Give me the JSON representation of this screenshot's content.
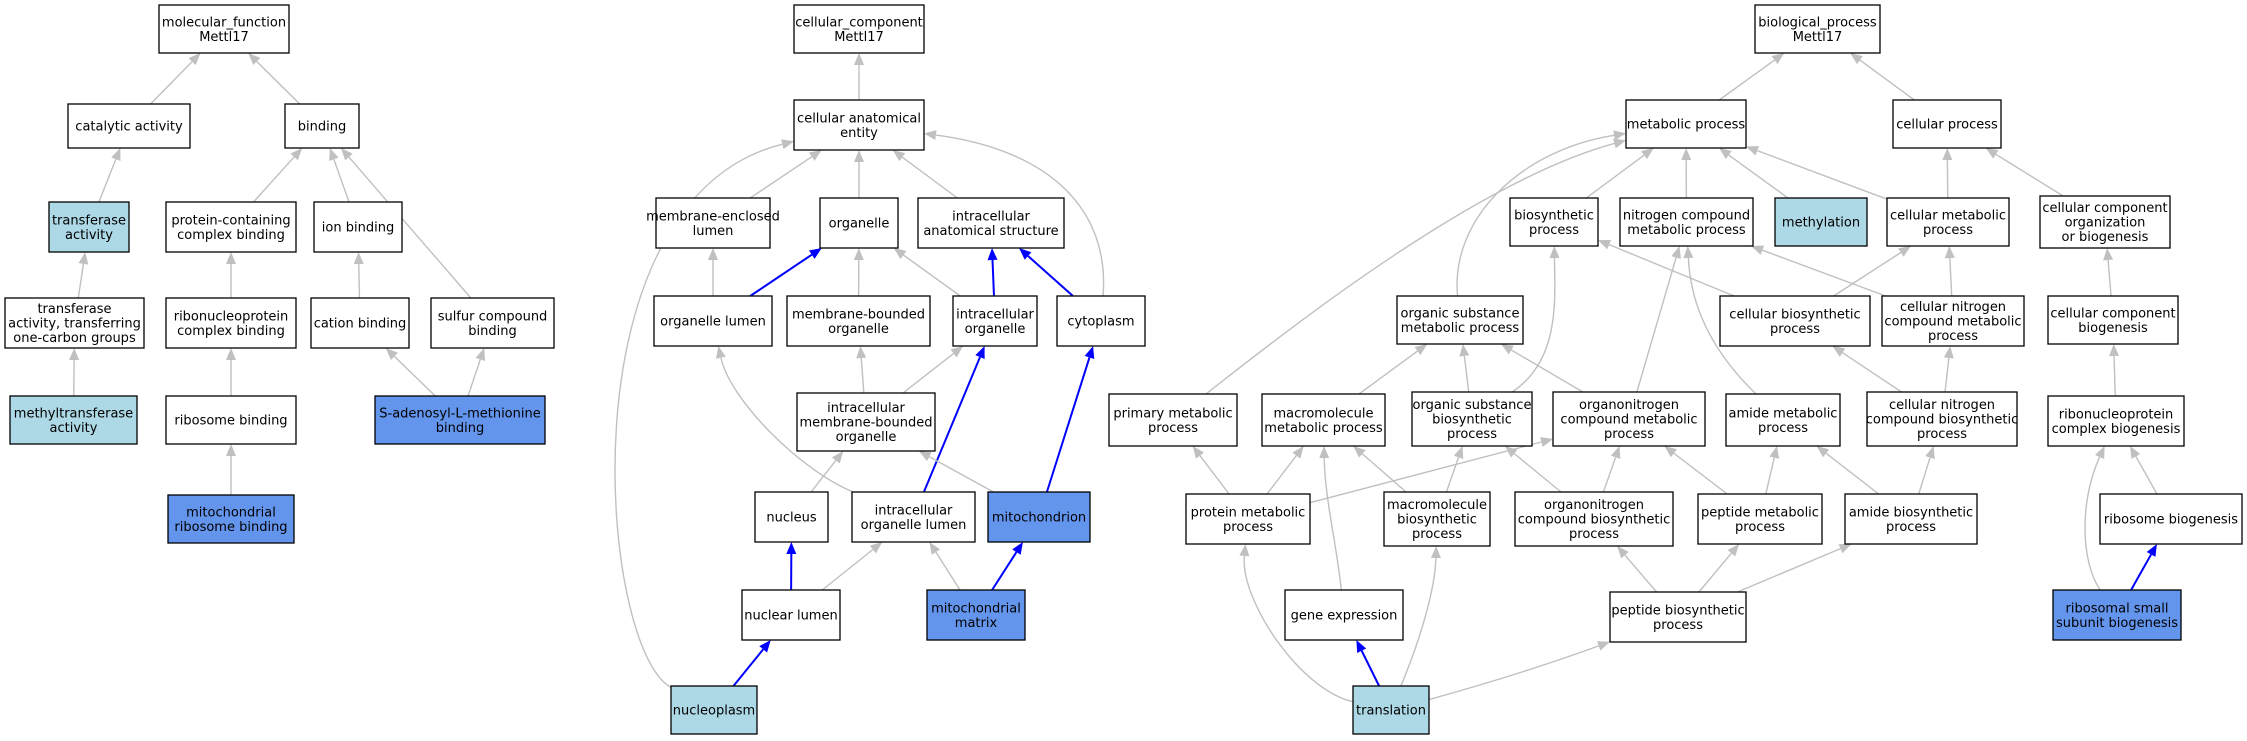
{
  "colors": {
    "plain": "#ffffff",
    "light": "#add8e6",
    "strong": "#6495ed",
    "edge_gray": "#c0c0c0",
    "edge_blue": "#0000ff"
  },
  "nodes": {
    "mf_root": {
      "lines": [
        "molecular_function",
        "Mettl17"
      ],
      "fill": "plain"
    },
    "mf_catalytic": {
      "lines": [
        "catalytic activity"
      ],
      "fill": "plain"
    },
    "mf_binding": {
      "lines": [
        "binding"
      ],
      "fill": "plain"
    },
    "mf_transferase": {
      "lines": [
        "transferase",
        "activity"
      ],
      "fill": "light"
    },
    "mf_protein_complex_binding": {
      "lines": [
        "protein-containing",
        "complex binding"
      ],
      "fill": "plain"
    },
    "mf_ion_binding": {
      "lines": [
        "ion binding"
      ],
      "fill": "plain"
    },
    "mf_transferase_1c": {
      "lines": [
        "transferase",
        "activity, transferring",
        "one-carbon groups"
      ],
      "fill": "plain"
    },
    "mf_rnp_complex_binding": {
      "lines": [
        "ribonucleoprotein",
        "complex binding"
      ],
      "fill": "plain"
    },
    "mf_cation_binding": {
      "lines": [
        "cation binding"
      ],
      "fill": "plain"
    },
    "mf_sulfur_binding": {
      "lines": [
        "sulfur compound",
        "binding"
      ],
      "fill": "plain"
    },
    "mf_methyltransferase": {
      "lines": [
        "methyltransferase",
        "activity"
      ],
      "fill": "light"
    },
    "mf_ribosome_binding": {
      "lines": [
        "ribosome binding"
      ],
      "fill": "plain"
    },
    "mf_sam_binding": {
      "lines": [
        "S-adenosyl-L-methionine",
        "binding"
      ],
      "fill": "strong"
    },
    "mf_mito_ribosome_binding": {
      "lines": [
        "mitochondrial",
        "ribosome binding"
      ],
      "fill": "strong"
    },
    "cc_root": {
      "lines": [
        "cellular_component",
        "Mettl17"
      ],
      "fill": "plain"
    },
    "cc_anatomical_entity": {
      "lines": [
        "cellular anatomical",
        "entity"
      ],
      "fill": "plain"
    },
    "cc_membrane_enclosed_lumen": {
      "lines": [
        "membrane-enclosed",
        "lumen"
      ],
      "fill": "plain"
    },
    "cc_organelle": {
      "lines": [
        "organelle"
      ],
      "fill": "plain"
    },
    "cc_intracellular_structure": {
      "lines": [
        "intracellular",
        "anatomical structure"
      ],
      "fill": "plain"
    },
    "cc_organelle_lumen": {
      "lines": [
        "organelle lumen"
      ],
      "fill": "plain"
    },
    "cc_membrane_bounded_organelle": {
      "lines": [
        "membrane-bounded",
        "organelle"
      ],
      "fill": "plain"
    },
    "cc_intracellular_organelle": {
      "lines": [
        "intracellular",
        "organelle"
      ],
      "fill": "plain"
    },
    "cc_cytoplasm": {
      "lines": [
        "cytoplasm"
      ],
      "fill": "plain"
    },
    "cc_intra_membrane_bounded_organelle": {
      "lines": [
        "intracellular",
        "membrane-bounded",
        "organelle"
      ],
      "fill": "plain"
    },
    "cc_nucleus": {
      "lines": [
        "nucleus"
      ],
      "fill": "plain"
    },
    "cc_intra_organelle_lumen": {
      "lines": [
        "intracellular",
        "organelle lumen"
      ],
      "fill": "plain"
    },
    "cc_mitochondrion": {
      "lines": [
        "mitochondrion"
      ],
      "fill": "strong"
    },
    "cc_nuclear_lumen": {
      "lines": [
        "nuclear lumen"
      ],
      "fill": "plain"
    },
    "cc_mito_matrix": {
      "lines": [
        "mitochondrial",
        "matrix"
      ],
      "fill": "strong"
    },
    "cc_nucleoplasm": {
      "lines": [
        "nucleoplasm"
      ],
      "fill": "light"
    },
    "bp_root": {
      "lines": [
        "biological_process",
        "Mettl17"
      ],
      "fill": "plain"
    },
    "bp_metabolic": {
      "lines": [
        "metabolic process"
      ],
      "fill": "plain"
    },
    "bp_cellular": {
      "lines": [
        "cellular process"
      ],
      "fill": "plain"
    },
    "bp_biosynthetic": {
      "lines": [
        "biosynthetic",
        "process"
      ],
      "fill": "plain"
    },
    "bp_nitrogen_compound_metabolic": {
      "lines": [
        "nitrogen compound",
        "metabolic process"
      ],
      "fill": "plain"
    },
    "bp_methylation": {
      "lines": [
        "methylation"
      ],
      "fill": "light"
    },
    "bp_cellular_metabolic": {
      "lines": [
        "cellular metabolic",
        "process"
      ],
      "fill": "plain"
    },
    "bp_cc_org_biogenesis": {
      "lines": [
        "cellular component",
        "organization",
        "or biogenesis"
      ],
      "fill": "plain"
    },
    "bp_organic_substance_metabolic": {
      "lines": [
        "organic substance",
        "metabolic process"
      ],
      "fill": "plain"
    },
    "bp_cellular_biosynthetic": {
      "lines": [
        "cellular biosynthetic",
        "process"
      ],
      "fill": "plain"
    },
    "bp_cellular_nitrogen_metabolic": {
      "lines": [
        "cellular nitrogen",
        "compound metabolic",
        "process"
      ],
      "fill": "plain"
    },
    "bp_cc_biogenesis": {
      "lines": [
        "cellular component",
        "biogenesis"
      ],
      "fill": "plain"
    },
    "bp_primary_metabolic": {
      "lines": [
        "primary metabolic",
        "process"
      ],
      "fill": "plain"
    },
    "bp_macromolecule_metabolic": {
      "lines": [
        "macromolecule",
        "metabolic process"
      ],
      "fill": "plain"
    },
    "bp_organic_substance_biosynthetic": {
      "lines": [
        "organic substance",
        "biosynthetic",
        "process"
      ],
      "fill": "plain"
    },
    "bp_organonitrogen_metabolic": {
      "lines": [
        "organonitrogen",
        "compound metabolic",
        "process"
      ],
      "fill": "plain"
    },
    "bp_amide_metabolic": {
      "lines": [
        "amide metabolic",
        "process"
      ],
      "fill": "plain"
    },
    "bp_cellular_nitrogen_biosynthetic": {
      "lines": [
        "cellular nitrogen",
        "compound biosynthetic",
        "process"
      ],
      "fill": "plain"
    },
    "bp_rnp_complex_biogenesis": {
      "lines": [
        "ribonucleoprotein",
        "complex biogenesis"
      ],
      "fill": "plain"
    },
    "bp_protein_metabolic": {
      "lines": [
        "protein metabolic",
        "process"
      ],
      "fill": "plain"
    },
    "bp_macromolecule_biosynthetic": {
      "lines": [
        "macromolecule",
        "biosynthetic",
        "process"
      ],
      "fill": "plain"
    },
    "bp_organonitrogen_biosynthetic": {
      "lines": [
        "organonitrogen",
        "compound biosynthetic",
        "process"
      ],
      "fill": "plain"
    },
    "bp_peptide_metabolic": {
      "lines": [
        "peptide metabolic",
        "process"
      ],
      "fill": "plain"
    },
    "bp_amide_biosynthetic": {
      "lines": [
        "amide biosynthetic",
        "process"
      ],
      "fill": "plain"
    },
    "bp_ribosome_biogenesis": {
      "lines": [
        "ribosome biogenesis"
      ],
      "fill": "plain"
    },
    "bp_gene_expression": {
      "lines": [
        "gene expression"
      ],
      "fill": "plain"
    },
    "bp_peptide_biosynthetic": {
      "lines": [
        "peptide biosynthetic",
        "process"
      ],
      "fill": "plain"
    },
    "bp_ribosomal_ssu_biogenesis": {
      "lines": [
        "ribosomal small",
        "subunit biogenesis"
      ],
      "fill": "strong"
    },
    "bp_translation": {
      "lines": [
        "translation"
      ],
      "fill": "light"
    }
  },
  "edges": [
    [
      "mf_catalytic",
      "mf_root",
      "gray"
    ],
    [
      "mf_binding",
      "mf_root",
      "gray"
    ],
    [
      "mf_transferase",
      "mf_catalytic",
      "gray"
    ],
    [
      "mf_protein_complex_binding",
      "mf_binding",
      "gray"
    ],
    [
      "mf_ion_binding",
      "mf_binding",
      "gray"
    ],
    [
      "mf_sulfur_binding",
      "mf_binding",
      "gray"
    ],
    [
      "mf_transferase_1c",
      "mf_transferase",
      "gray"
    ],
    [
      "mf_rnp_complex_binding",
      "mf_protein_complex_binding",
      "gray"
    ],
    [
      "mf_cation_binding",
      "mf_ion_binding",
      "gray"
    ],
    [
      "mf_methyltransferase",
      "mf_transferase_1c",
      "gray"
    ],
    [
      "mf_ribosome_binding",
      "mf_rnp_complex_binding",
      "gray"
    ],
    [
      "mf_sam_binding",
      "mf_cation_binding",
      "gray"
    ],
    [
      "mf_sam_binding",
      "mf_sulfur_binding",
      "gray"
    ],
    [
      "mf_mito_ribosome_binding",
      "mf_ribosome_binding",
      "gray"
    ],
    [
      "cc_anatomical_entity",
      "cc_root",
      "gray"
    ],
    [
      "cc_membrane_enclosed_lumen",
      "cc_anatomical_entity",
      "gray"
    ],
    [
      "cc_organelle",
      "cc_anatomical_entity",
      "gray"
    ],
    [
      "cc_intracellular_structure",
      "cc_anatomical_entity",
      "gray"
    ],
    [
      "cc_cytoplasm",
      "cc_anatomical_entity",
      "gray"
    ],
    [
      "cc_nucleoplasm",
      "cc_anatomical_entity",
      "gray"
    ],
    [
      "cc_organelle_lumen",
      "cc_membrane_enclosed_lumen",
      "gray"
    ],
    [
      "cc_organelle_lumen",
      "cc_organelle",
      "blue"
    ],
    [
      "cc_membrane_bounded_organelle",
      "cc_organelle",
      "gray"
    ],
    [
      "cc_intracellular_organelle",
      "cc_organelle",
      "gray"
    ],
    [
      "cc_intracellular_organelle",
      "cc_intracellular_structure",
      "blue"
    ],
    [
      "cc_cytoplasm",
      "cc_intracellular_structure",
      "blue"
    ],
    [
      "cc_intra_membrane_bounded_organelle",
      "cc_membrane_bounded_organelle",
      "gray"
    ],
    [
      "cc_intra_membrane_bounded_organelle",
      "cc_intracellular_organelle",
      "gray"
    ],
    [
      "cc_nucleus",
      "cc_intra_membrane_bounded_organelle",
      "gray"
    ],
    [
      "cc_intra_organelle_lumen",
      "cc_organelle_lumen",
      "gray"
    ],
    [
      "cc_intra_organelle_lumen",
      "cc_intracellular_organelle",
      "blue"
    ],
    [
      "cc_mitochondrion",
      "cc_intra_membrane_bounded_organelle",
      "gray"
    ],
    [
      "cc_mitochondrion",
      "cc_cytoplasm",
      "blue"
    ],
    [
      "cc_nuclear_lumen",
      "cc_nucleus",
      "blue"
    ],
    [
      "cc_nuclear_lumen",
      "cc_intra_organelle_lumen",
      "gray"
    ],
    [
      "cc_mito_matrix",
      "cc_intra_organelle_lumen",
      "gray"
    ],
    [
      "cc_mito_matrix",
      "cc_mitochondrion",
      "blue"
    ],
    [
      "cc_nucleoplasm",
      "cc_nuclear_lumen",
      "blue"
    ],
    [
      "bp_metabolic",
      "bp_root",
      "gray"
    ],
    [
      "bp_cellular",
      "bp_root",
      "gray"
    ],
    [
      "bp_biosynthetic",
      "bp_metabolic",
      "gray"
    ],
    [
      "bp_nitrogen_compound_metabolic",
      "bp_metabolic",
      "gray"
    ],
    [
      "bp_methylation",
      "bp_metabolic",
      "gray"
    ],
    [
      "bp_cellular_metabolic",
      "bp_metabolic",
      "gray"
    ],
    [
      "bp_organic_substance_metabolic",
      "bp_metabolic",
      "gray"
    ],
    [
      "bp_primary_metabolic",
      "bp_metabolic",
      "gray"
    ],
    [
      "bp_cellular_metabolic",
      "bp_cellular",
      "gray"
    ],
    [
      "bp_cc_org_biogenesis",
      "bp_cellular",
      "gray"
    ],
    [
      "bp_cellular_biosynthetic",
      "bp_biosynthetic",
      "gray"
    ],
    [
      "bp_cellular_biosynthetic",
      "bp_cellular_metabolic",
      "gray"
    ],
    [
      "bp_cellular_nitrogen_metabolic",
      "bp_nitrogen_compound_metabolic",
      "gray"
    ],
    [
      "bp_cellular_nitrogen_metabolic",
      "bp_cellular_metabolic",
      "gray"
    ],
    [
      "bp_cc_biogenesis",
      "bp_cc_org_biogenesis",
      "gray"
    ],
    [
      "bp_macromolecule_metabolic",
      "bp_organic_substance_metabolic",
      "gray"
    ],
    [
      "bp_organic_substance_biosynthetic",
      "bp_organic_substance_metabolic",
      "gray"
    ],
    [
      "bp_organic_substance_biosynthetic",
      "bp_biosynthetic",
      "gray"
    ],
    [
      "bp_organonitrogen_metabolic",
      "bp_organic_substance_metabolic",
      "gray"
    ],
    [
      "bp_organonitrogen_metabolic",
      "bp_nitrogen_compound_metabolic",
      "gray"
    ],
    [
      "bp_amide_metabolic",
      "bp_nitrogen_compound_metabolic",
      "gray"
    ],
    [
      "bp_cellular_nitrogen_biosynthetic",
      "bp_cellular_biosynthetic",
      "gray"
    ],
    [
      "bp_cellular_nitrogen_biosynthetic",
      "bp_cellular_nitrogen_metabolic",
      "gray"
    ],
    [
      "bp_rnp_complex_biogenesis",
      "bp_cc_biogenesis",
      "gray"
    ],
    [
      "bp_protein_metabolic",
      "bp_primary_metabolic",
      "gray"
    ],
    [
      "bp_protein_metabolic",
      "bp_macromolecule_metabolic",
      "gray"
    ],
    [
      "bp_protein_metabolic",
      "bp_organonitrogen_metabolic",
      "gray"
    ],
    [
      "bp_macromolecule_biosynthetic",
      "bp_macromolecule_metabolic",
      "gray"
    ],
    [
      "bp_macromolecule_biosynthetic",
      "bp_organic_substance_biosynthetic",
      "gray"
    ],
    [
      "bp_organonitrogen_biosynthetic",
      "bp_organonitrogen_metabolic",
      "gray"
    ],
    [
      "bp_organonitrogen_biosynthetic",
      "bp_organic_substance_biosynthetic",
      "gray"
    ],
    [
      "bp_peptide_metabolic",
      "bp_organonitrogen_metabolic",
      "gray"
    ],
    [
      "bp_peptide_metabolic",
      "bp_amide_metabolic",
      "gray"
    ],
    [
      "bp_amide_biosynthetic",
      "bp_amide_metabolic",
      "gray"
    ],
    [
      "bp_amide_biosynthetic",
      "bp_cellular_nitrogen_biosynthetic",
      "gray"
    ],
    [
      "bp_ribosome_biogenesis",
      "bp_rnp_complex_biogenesis",
      "gray"
    ],
    [
      "bp_gene_expression",
      "bp_macromolecule_metabolic",
      "gray"
    ],
    [
      "bp_peptide_biosynthetic",
      "bp_organonitrogen_biosynthetic",
      "gray"
    ],
    [
      "bp_peptide_biosynthetic",
      "bp_peptide_metabolic",
      "gray"
    ],
    [
      "bp_peptide_biosynthetic",
      "bp_amide_biosynthetic",
      "gray"
    ],
    [
      "bp_ribosomal_ssu_biogenesis",
      "bp_ribosome_biogenesis",
      "blue"
    ],
    [
      "bp_ribosomal_ssu_biogenesis",
      "bp_rnp_complex_biogenesis",
      "gray"
    ],
    [
      "bp_translation",
      "bp_gene_expression",
      "blue"
    ],
    [
      "bp_translation",
      "bp_peptide_biosynthetic",
      "gray"
    ],
    [
      "bp_translation",
      "bp_protein_metabolic",
      "gray"
    ],
    [
      "bp_translation",
      "bp_macromolecule_biosynthetic",
      "gray"
    ]
  ]
}
